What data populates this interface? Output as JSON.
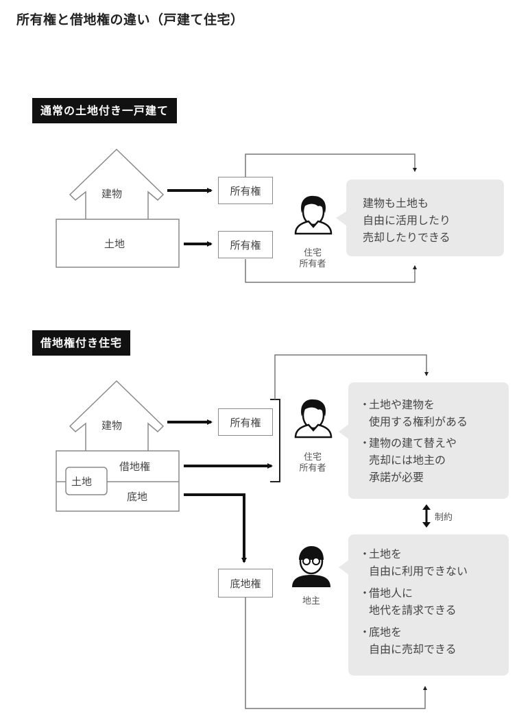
{
  "title": "所有権と借地権の違い（戸建て住宅）",
  "section1": {
    "label": "通常の土地付き一戸建て",
    "house": {
      "building": "建物",
      "land": "土地"
    },
    "rights": {
      "building_right": "所有権",
      "land_right": "所有権"
    },
    "person": {
      "line1": "住宅",
      "line2": "所有者",
      "icon": "person-icon"
    },
    "bubble": {
      "lines": [
        "建物も土地も",
        "自由に活用したり",
        "売却したりできる"
      ]
    }
  },
  "section2": {
    "label": "借地権付き住宅",
    "house": {
      "building": "建物",
      "land": "土地",
      "leasehold": "借地権",
      "underlying": "底地"
    },
    "rights": {
      "building_right": "所有権",
      "underlying_right": "底地権"
    },
    "owner": {
      "line1": "住宅",
      "line2": "所有者",
      "icon": "person-icon"
    },
    "owner_bubble": {
      "items": [
        {
          "bullet": "・",
          "lines": [
            "土地や建物を",
            "使用する権利がある"
          ]
        },
        {
          "bullet": "・",
          "lines": [
            "建物の建て替えや",
            "売却には地主の",
            "承諾が必要"
          ]
        }
      ]
    },
    "constraint_label": "制約",
    "landlord": {
      "label": "地主",
      "icon": "landlord-with-glasses-icon"
    },
    "landlord_bubble": {
      "items": [
        {
          "bullet": "・",
          "lines": [
            "土地を",
            "自由に利用できない"
          ]
        },
        {
          "bullet": "・",
          "lines": [
            "借地人に",
            "地代を請求できる"
          ]
        },
        {
          "bullet": "・",
          "lines": [
            "底地を",
            "自由に売却できる"
          ]
        }
      ]
    }
  }
}
